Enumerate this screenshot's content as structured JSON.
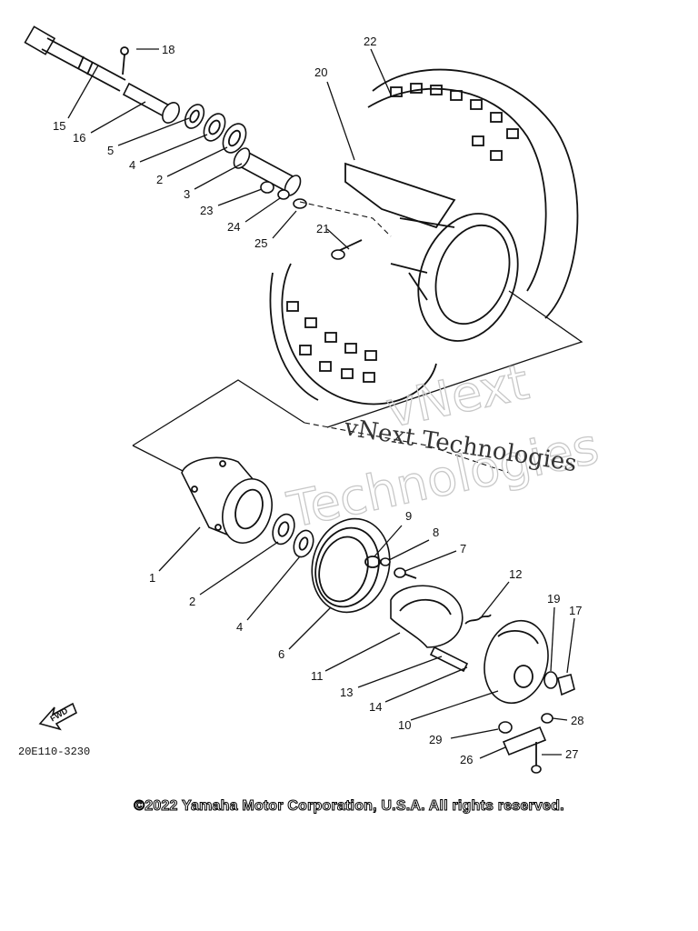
{
  "labels": {
    "p1": "1",
    "p2a": "2",
    "p2b": "2",
    "p3": "3",
    "p4a": "4",
    "p4b": "4",
    "p5": "5",
    "p6": "6",
    "p7": "7",
    "p8": "8",
    "p9": "9",
    "p10": "10",
    "p11": "11",
    "p12": "12",
    "p13": "13",
    "p14": "14",
    "p15": "15",
    "p16": "16",
    "p17": "17",
    "p18": "18",
    "p19": "19",
    "p20": "20",
    "p21": "21",
    "p22": "22",
    "p23": "23",
    "p24": "24",
    "p25": "25",
    "p26": "26",
    "p27": "27",
    "p28": "28",
    "p29": "29"
  },
  "diagram_code": "20E110-3230",
  "fwd_label": "FWD",
  "watermark": {
    "line1": "vNext Technologies",
    "big1": "vNext",
    "big2": "Technologies"
  },
  "copyright": "©2022 Yamaha Motor Corporation, U.S.A. All rights reserved."
}
